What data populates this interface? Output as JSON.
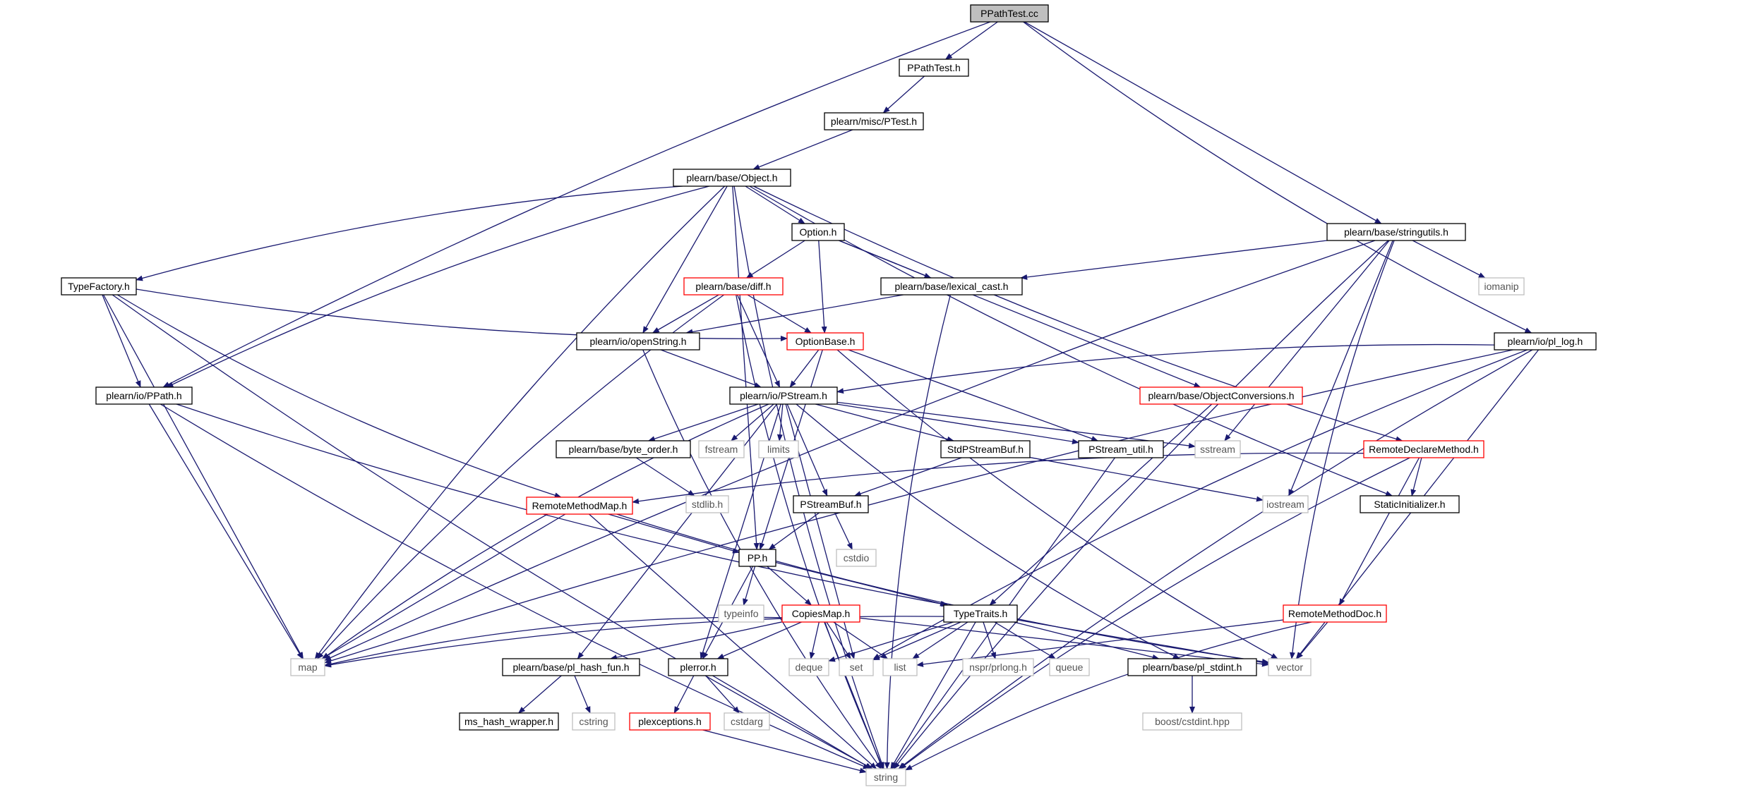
{
  "title": "PPathTest.cc",
  "colors": {
    "edge": "#191970",
    "box_normal": "#000000",
    "box_red": "#ff0000",
    "box_gray": "#bfbfbf",
    "root_fill": "#bfbfbf"
  },
  "nodes": [
    {
      "id": "n_ppathtest_cc",
      "label": "PPathTest.cc",
      "style": "root"
    },
    {
      "id": "n_ppathtest_h",
      "label": "PPathTest.h",
      "style": "normal"
    },
    {
      "id": "n_ptest",
      "label": "plearn/misc/PTest.h",
      "style": "normal"
    },
    {
      "id": "n_object",
      "label": "plearn/base/Object.h",
      "style": "normal"
    },
    {
      "id": "n_option",
      "label": "Option.h",
      "style": "normal"
    },
    {
      "id": "n_stringutils",
      "label": "plearn/base/stringutils.h",
      "style": "normal"
    },
    {
      "id": "n_typefactory",
      "label": "TypeFactory.h",
      "style": "normal"
    },
    {
      "id": "n_diff",
      "label": "plearn/base/diff.h",
      "style": "red"
    },
    {
      "id": "n_lexical_cast",
      "label": "plearn/base/lexical_cast.h",
      "style": "normal"
    },
    {
      "id": "n_iomanip",
      "label": "iomanip",
      "style": "gray"
    },
    {
      "id": "n_openstring",
      "label": "plearn/io/openString.h",
      "style": "normal"
    },
    {
      "id": "n_optionbase",
      "label": "OptionBase.h",
      "style": "red"
    },
    {
      "id": "n_pl_log",
      "label": "plearn/io/pl_log.h",
      "style": "normal"
    },
    {
      "id": "n_ppath",
      "label": "plearn/io/PPath.h",
      "style": "normal"
    },
    {
      "id": "n_pstream",
      "label": "plearn/io/PStream.h",
      "style": "normal"
    },
    {
      "id": "n_objectconversions",
      "label": "plearn/base/ObjectConversions.h",
      "style": "red"
    },
    {
      "id": "n_byte_order",
      "label": "plearn/base/byte_order.h",
      "style": "normal"
    },
    {
      "id": "n_fstream",
      "label": "fstream",
      "style": "gray"
    },
    {
      "id": "n_limits",
      "label": "limits",
      "style": "gray"
    },
    {
      "id": "n_stdpstreambuf",
      "label": "StdPStreamBuf.h",
      "style": "normal"
    },
    {
      "id": "n_pstream_util",
      "label": "PStream_util.h",
      "style": "normal"
    },
    {
      "id": "n_sstream",
      "label": "sstream",
      "style": "gray"
    },
    {
      "id": "n_remotedeclaremethod",
      "label": "RemoteDeclareMethod.h",
      "style": "red"
    },
    {
      "id": "n_stdlib",
      "label": "stdlib.h",
      "style": "gray"
    },
    {
      "id": "n_remotemethodmap",
      "label": "RemoteMethodMap.h",
      "style": "red"
    },
    {
      "id": "n_pstreambuf",
      "label": "PStreamBuf.h",
      "style": "normal"
    },
    {
      "id": "n_iostream",
      "label": "iostream",
      "style": "gray"
    },
    {
      "id": "n_staticinitializer",
      "label": "StaticInitializer.h",
      "style": "normal"
    },
    {
      "id": "n_cstdio",
      "label": "cstdio",
      "style": "gray"
    },
    {
      "id": "n_pp",
      "label": "PP.h",
      "style": "normal"
    },
    {
      "id": "n_typeinfo",
      "label": "typeinfo",
      "style": "gray"
    },
    {
      "id": "n_copiesmap",
      "label": "CopiesMap.h",
      "style": "red"
    },
    {
      "id": "n_typetraits",
      "label": "TypeTraits.h",
      "style": "normal"
    },
    {
      "id": "n_remotemethoddoc",
      "label": "RemoteMethodDoc.h",
      "style": "red"
    },
    {
      "id": "n_map",
      "label": "map",
      "style": "gray"
    },
    {
      "id": "n_pl_hash_fun",
      "label": "plearn/base/pl_hash_fun.h",
      "style": "normal"
    },
    {
      "id": "n_plerror",
      "label": "plerror.h",
      "style": "normal"
    },
    {
      "id": "n_deque",
      "label": "deque",
      "style": "gray"
    },
    {
      "id": "n_set",
      "label": "set",
      "style": "gray"
    },
    {
      "id": "n_list",
      "label": "list",
      "style": "gray"
    },
    {
      "id": "n_nspr",
      "label": "nspr/prlong.h",
      "style": "gray"
    },
    {
      "id": "n_queue",
      "label": "queue",
      "style": "gray"
    },
    {
      "id": "n_pl_stdint",
      "label": "plearn/base/pl_stdint.h",
      "style": "normal"
    },
    {
      "id": "n_vector",
      "label": "vector",
      "style": "gray"
    },
    {
      "id": "n_ms_hash_wrapper",
      "label": "ms_hash_wrapper.h",
      "style": "normal"
    },
    {
      "id": "n_cstring",
      "label": "cstring",
      "style": "gray"
    },
    {
      "id": "n_plexceptions",
      "label": "plexceptions.h",
      "style": "red"
    },
    {
      "id": "n_cstdarg",
      "label": "cstdarg",
      "style": "gray"
    },
    {
      "id": "n_boost_cstdint",
      "label": "boost/cstdint.hpp",
      "style": "gray"
    },
    {
      "id": "n_string",
      "label": "string",
      "style": "gray"
    }
  ],
  "edges": [
    [
      "n_ppathtest_cc",
      "n_ppathtest_h"
    ],
    [
      "n_ppathtest_cc",
      "n_ppath"
    ],
    [
      "n_ppathtest_cc",
      "n_stringutils"
    ],
    [
      "n_ppathtest_cc",
      "n_pl_log"
    ],
    [
      "n_ppathtest_h",
      "n_ptest"
    ],
    [
      "n_ptest",
      "n_object"
    ],
    [
      "n_object",
      "n_typefactory"
    ],
    [
      "n_object",
      "n_option"
    ],
    [
      "n_object",
      "n_openstring"
    ],
    [
      "n_object",
      "n_ppath"
    ],
    [
      "n_object",
      "n_pp"
    ],
    [
      "n_object",
      "n_map"
    ],
    [
      "n_object",
      "n_remotedeclaremethod"
    ],
    [
      "n_object",
      "n_staticinitializer"
    ],
    [
      "n_object",
      "n_string"
    ],
    [
      "n_option",
      "n_diff"
    ],
    [
      "n_option",
      "n_lexical_cast"
    ],
    [
      "n_option",
      "n_optionbase"
    ],
    [
      "n_option",
      "n_objectconversions"
    ],
    [
      "n_stringutils",
      "n_lexical_cast"
    ],
    [
      "n_stringutils",
      "n_iomanip"
    ],
    [
      "n_stringutils",
      "n_map"
    ],
    [
      "n_stringutils",
      "n_sstream"
    ],
    [
      "n_stringutils",
      "n_iostream"
    ],
    [
      "n_stringutils",
      "n_vector"
    ],
    [
      "n_stringutils",
      "n_string"
    ],
    [
      "n_typefactory",
      "n_optionbase"
    ],
    [
      "n_typefactory",
      "n_ppath"
    ],
    [
      "n_typefactory",
      "n_remotemethodmap"
    ],
    [
      "n_typefactory",
      "n_map"
    ],
    [
      "n_typefactory",
      "n_string"
    ],
    [
      "n_diff",
      "n_openstring"
    ],
    [
      "n_diff",
      "n_optionbase"
    ],
    [
      "n_diff",
      "n_pstream"
    ],
    [
      "n_diff",
      "n_map"
    ],
    [
      "n_diff",
      "n_string"
    ],
    [
      "n_lexical_cast",
      "n_openstring"
    ],
    [
      "n_lexical_cast",
      "n_string"
    ],
    [
      "n_openstring",
      "n_pstream"
    ],
    [
      "n_openstring",
      "n_string"
    ],
    [
      "n_optionbase",
      "n_pstream"
    ],
    [
      "n_optionbase",
      "n_pp"
    ],
    [
      "n_optionbase",
      "n_pstream_util"
    ],
    [
      "n_optionbase",
      "n_vector"
    ],
    [
      "n_pl_log",
      "n_pstream"
    ],
    [
      "n_pl_log",
      "n_map"
    ],
    [
      "n_pl_log",
      "n_set"
    ],
    [
      "n_pl_log",
      "n_vector"
    ],
    [
      "n_pl_log",
      "n_string"
    ],
    [
      "n_ppath",
      "n_typetraits"
    ],
    [
      "n_ppath",
      "n_map"
    ],
    [
      "n_ppath",
      "n_string"
    ],
    [
      "n_pstream",
      "n_byte_order"
    ],
    [
      "n_pstream",
      "n_fstream"
    ],
    [
      "n_pstream",
      "n_limits"
    ],
    [
      "n_pstream",
      "n_stdpstreambuf"
    ],
    [
      "n_pstream",
      "n_pstream_util"
    ],
    [
      "n_pstream",
      "n_sstream"
    ],
    [
      "n_pstream",
      "n_pstreambuf"
    ],
    [
      "n_pstream",
      "n_pl_hash_fun"
    ],
    [
      "n_pstream",
      "n_plerror"
    ],
    [
      "n_pstream",
      "n_set"
    ],
    [
      "n_pstream",
      "n_pl_stdint"
    ],
    [
      "n_pstream",
      "n_map"
    ],
    [
      "n_objectconversions",
      "n_typetraits"
    ],
    [
      "n_byte_order",
      "n_stdlib"
    ],
    [
      "n_stdpstreambuf",
      "n_pstreambuf"
    ],
    [
      "n_stdpstreambuf",
      "n_iostream"
    ],
    [
      "n_pstream_util",
      "n_string"
    ],
    [
      "n_remotedeclaremethod",
      "n_remotemethodmap"
    ],
    [
      "n_remotedeclaremethod",
      "n_staticinitializer"
    ],
    [
      "n_remotedeclaremethod",
      "n_remotemethoddoc"
    ],
    [
      "n_remotedeclaremethod",
      "n_string"
    ],
    [
      "n_remotemethodmap",
      "n_pp"
    ],
    [
      "n_remotemethodmap",
      "n_map"
    ],
    [
      "n_remotemethodmap",
      "n_string"
    ],
    [
      "n_remotemethodmap",
      "n_vector"
    ],
    [
      "n_pstreambuf",
      "n_pp"
    ],
    [
      "n_pstreambuf",
      "n_cstdio"
    ],
    [
      "n_pp",
      "n_typeinfo"
    ],
    [
      "n_pp",
      "n_copiesmap"
    ],
    [
      "n_pp",
      "n_typetraits"
    ],
    [
      "n_pp",
      "n_plerror"
    ],
    [
      "n_copiesmap",
      "n_map"
    ],
    [
      "n_copiesmap",
      "n_pl_hash_fun"
    ],
    [
      "n_copiesmap",
      "n_plerror"
    ],
    [
      "n_copiesmap",
      "n_deque"
    ],
    [
      "n_copiesmap",
      "n_set"
    ],
    [
      "n_copiesmap",
      "n_list"
    ],
    [
      "n_copiesmap",
      "n_vector"
    ],
    [
      "n_copiesmap",
      "n_string"
    ],
    [
      "n_typetraits",
      "n_map"
    ],
    [
      "n_typetraits",
      "n_deque"
    ],
    [
      "n_typetraits",
      "n_set"
    ],
    [
      "n_typetraits",
      "n_list"
    ],
    [
      "n_typetraits",
      "n_nspr"
    ],
    [
      "n_typetraits",
      "n_queue"
    ],
    [
      "n_typetraits",
      "n_pl_stdint"
    ],
    [
      "n_typetraits",
      "n_vector"
    ],
    [
      "n_typetraits",
      "n_string"
    ],
    [
      "n_remotemethoddoc",
      "n_list"
    ],
    [
      "n_remotemethoddoc",
      "n_vector"
    ],
    [
      "n_remotemethoddoc",
      "n_string"
    ],
    [
      "n_pl_hash_fun",
      "n_ms_hash_wrapper"
    ],
    [
      "n_pl_hash_fun",
      "n_cstring"
    ],
    [
      "n_plerror",
      "n_plexceptions"
    ],
    [
      "n_plerror",
      "n_cstdarg"
    ],
    [
      "n_plerror",
      "n_string"
    ],
    [
      "n_plexceptions",
      "n_string"
    ],
    [
      "n_pl_stdint",
      "n_boost_cstdint"
    ]
  ]
}
